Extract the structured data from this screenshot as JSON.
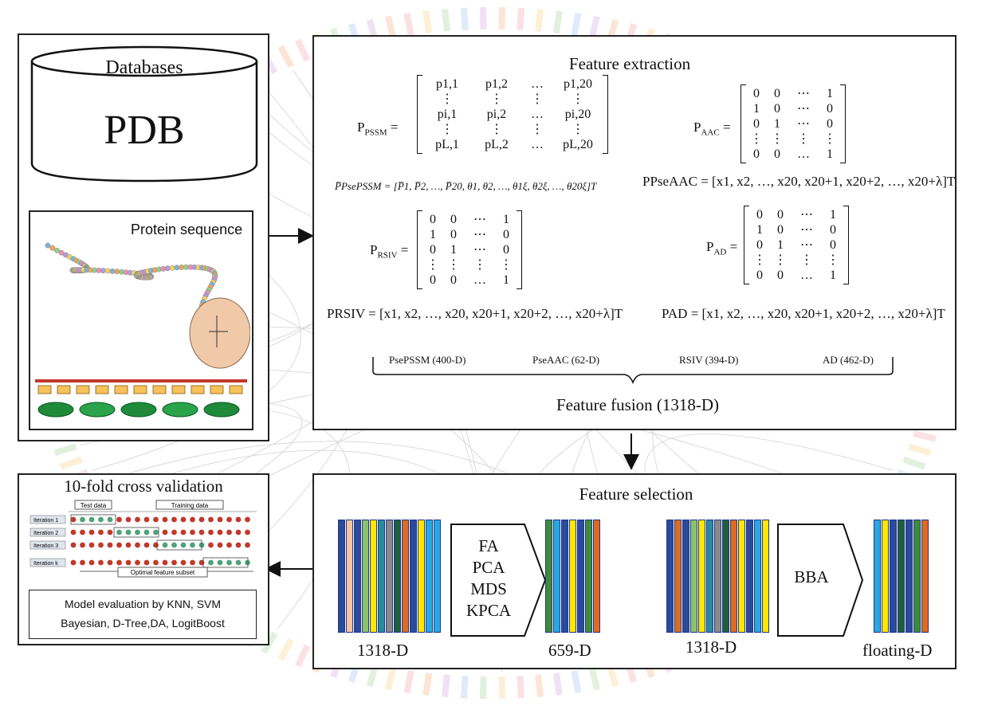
{
  "colors": {
    "bar_blue": "#2b4a9a",
    "bar_sky": "#2aa7e0",
    "bar_green": "#3f8b3a",
    "bar_yellow": "#ffe700",
    "bar_orange": "#e06a1f",
    "bar_gray": "#8a8a8a",
    "bar_teal": "#2a8aa0",
    "bar_peach": "#f2c4a2",
    "bar_lightgreen": "#8cc36a",
    "bar_darkgreen": "#1f5f3a"
  },
  "databases": {
    "title": "Databases",
    "name": "PDB"
  },
  "protein": {
    "title": "Protein sequence"
  },
  "feature_extraction": {
    "title": "Feature extraction",
    "pssm_label": "P",
    "pssm_sub": "PSSM",
    "pssm_matrix": [
      [
        "p1,1",
        "p1,2",
        "…",
        "p1,20"
      ],
      [
        "⋮",
        "⋮",
        "⋮",
        "⋮"
      ],
      [
        "pi,1",
        "pi,2",
        "…",
        "pi,20"
      ],
      [
        "⋮",
        "⋮",
        "⋮",
        "⋮"
      ],
      [
        "pL,1",
        "pL,2",
        "…",
        "pL,20"
      ]
    ],
    "psepssm_eq": "P̅PsePSSM = [P̅1, P̅2, …, P̅20, θ1, θ2, …, θ1ξ, θ2ξ, …, θ20ξ]T",
    "aac_label": "P",
    "aac_sub": "AAC",
    "aac_matrix": [
      [
        "0",
        "0",
        "⋯",
        "1"
      ],
      [
        "1",
        "0",
        "⋯",
        "0"
      ],
      [
        "0",
        "1",
        "⋯",
        "0"
      ],
      [
        "⋮",
        "⋮",
        "⋮",
        "⋮"
      ],
      [
        "0",
        "0",
        "…",
        "1"
      ]
    ],
    "pseaac_eq": "PPseAAC = [x1, x2, …, x20, x20+1, x20+2, …, x20+λ]T",
    "rsiv_label": "P",
    "rsiv_sub": "RSIV",
    "rsiv_matrix": [
      [
        "0",
        "0",
        "⋯",
        "1"
      ],
      [
        "1",
        "0",
        "⋯",
        "0"
      ],
      [
        "0",
        "1",
        "⋯",
        "0"
      ],
      [
        "⋮",
        "⋮",
        "⋮",
        "⋮"
      ],
      [
        "0",
        "0",
        "…",
        "1"
      ]
    ],
    "rsiv_eq": "PRSIV = [x1, x2, …, x20, x20+1, x20+2, …, x20+λ]T",
    "ad_label": "P",
    "ad_sub": "AD",
    "ad_matrix": [
      [
        "0",
        "0",
        "⋯",
        "1"
      ],
      [
        "1",
        "0",
        "⋯",
        "0"
      ],
      [
        "0",
        "1",
        "⋯",
        "0"
      ],
      [
        "⋮",
        "⋮",
        "⋮",
        "⋮"
      ],
      [
        "0",
        "0",
        "…",
        "1"
      ]
    ],
    "ad_eq": "PAD = [x1, x2, …, x20, x20+1, x20+2, …, x20+λ]T",
    "dims": [
      "PsePSSM (400-D)",
      "PseAAC (62-D)",
      "RSIV (394-D)",
      "AD (462-D)"
    ],
    "fusion": "Feature fusion (1318-D)"
  },
  "cross_validation": {
    "title": "10-fold cross validation",
    "test_label": "Test data",
    "training_label": "Training data",
    "iterations": [
      "Iteration 1",
      "Iteration 2",
      "Iteration 3",
      "Iteration k"
    ],
    "subset_label": "Optimal feature subset",
    "evaluation_line1": "Model evaluation by KNN, SVM",
    "evaluation_line2": "Bayesian, D-Tree,DA, LogitBoost"
  },
  "feature_selection": {
    "title": "Feature selection",
    "methods": [
      "FA",
      "PCA",
      "MDS",
      "KPCA"
    ],
    "method2": "BBA",
    "dim_in1": "1318-D",
    "dim_out1": "659-D",
    "dim_in2": "1318-D",
    "dim_out2": "floating-D"
  }
}
